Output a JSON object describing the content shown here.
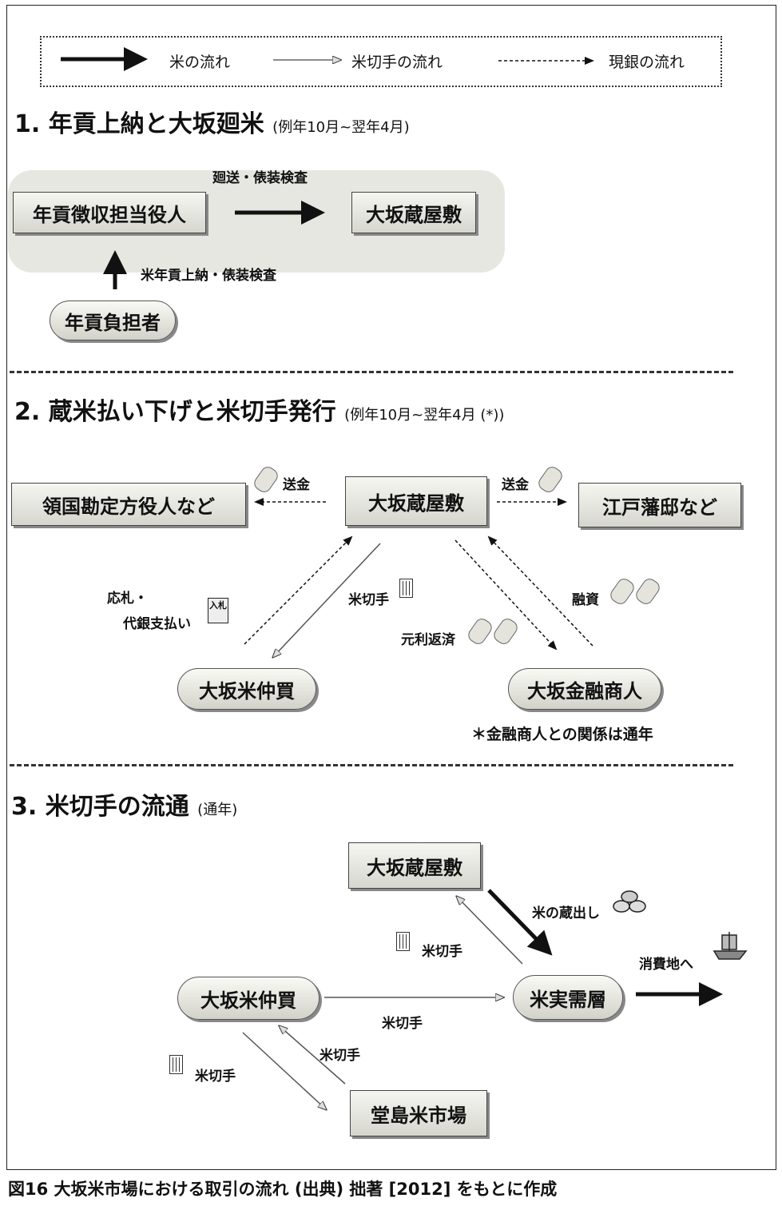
{
  "legend": {
    "rice_flow": "米の流れ",
    "ticket_flow": "米切手の流れ",
    "silver_flow": "現銀の流れ"
  },
  "section1": {
    "title": "1. 年貢上納と大坂廻米",
    "period": "(例年10月~翌年4月)",
    "collector": "年貢徴収担当役人",
    "warehouse": "大坂蔵屋敷",
    "transport_label": "廻送・俵装検査",
    "payer": "年貢負担者",
    "payment_label": "米年貢上納・俵装検査"
  },
  "section2": {
    "title": "2. 蔵米払い下げと米切手発行",
    "period": "(例年10月~翌年4月 (*))",
    "warehouse": "大坂蔵屋敷",
    "domain_officials": "領国勘定方役人など",
    "edo_residence": "江戸藩邸など",
    "remit_left": "送金",
    "remit_right": "送金",
    "bid_label_1": "応札・",
    "bid_label_2": "代銀支払い",
    "bid_icon_text": "入札",
    "ticket_label": "米切手",
    "repay_label": "元利返済",
    "loan_label": "融資",
    "rice_broker": "大坂米仲買",
    "finance_merchant": "大坂金融商人",
    "footnote": "＊金融商人との関係は通年"
  },
  "section3": {
    "title": "3. 米切手の流通",
    "period": "(通年)",
    "warehouse": "大坂蔵屋敷",
    "release_label": "米の蔵出し",
    "ticket_to_warehouse": "米切手",
    "to_consumers": "消費地へ",
    "rice_broker": "大坂米仲買",
    "demand": "米実需層",
    "ticket_to_demand": "米切手",
    "ticket_from_market": "米切手",
    "ticket_to_market": "米切手",
    "market": "堂島米市場"
  },
  "caption": "図16 大坂米市場における取引の流れ (出典) 拙著 [2012] をもとに作成"
}
